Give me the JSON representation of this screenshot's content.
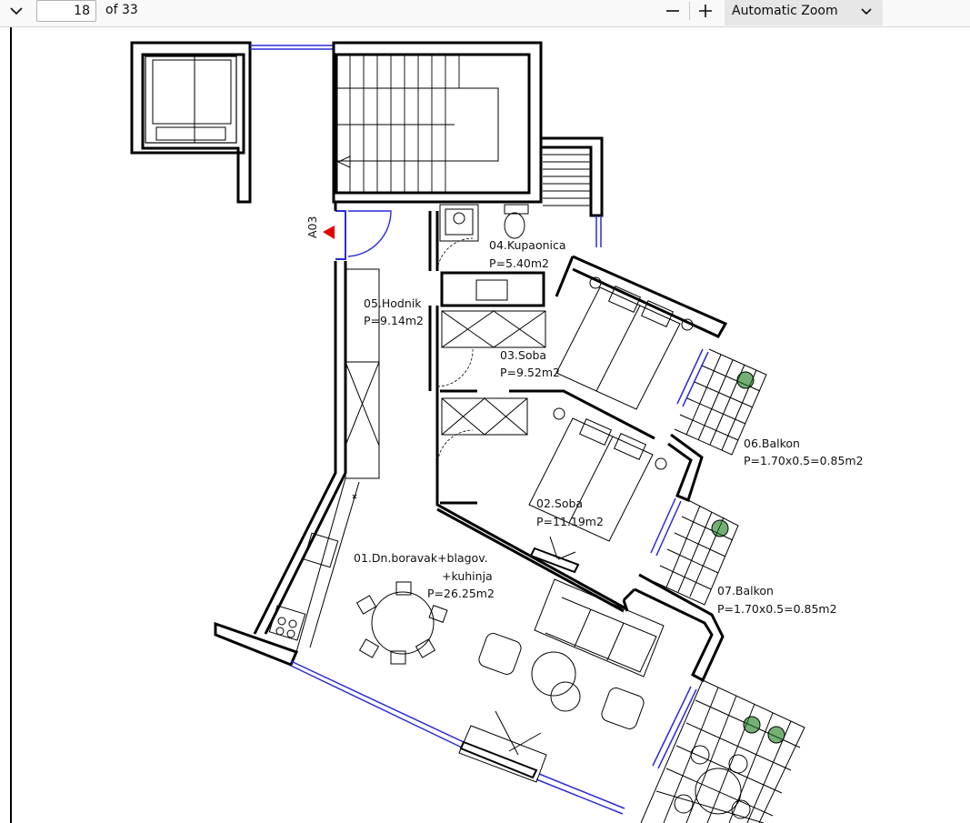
{
  "toolbar": {
    "sidebar_toggle_icon": "chevron-down-icon",
    "page_number": "18",
    "page_count": "of 33",
    "zoom_out_icon": "minus-icon",
    "zoom_in_icon": "plus-icon",
    "zoom_value": "Automatic Zoom"
  },
  "plan": {
    "unit_tag": "A03",
    "rooms": [
      {
        "name": "04.Kupaonica",
        "area": "P=5.40m2"
      },
      {
        "name": "05.Hodnik",
        "area": "P=9.14m2"
      },
      {
        "name": "03.Soba",
        "area": "P=9.52m2"
      },
      {
        "name": "02.Soba",
        "area": "P=11.19m2"
      },
      {
        "name": "06.Balkon",
        "area": "P=1.70x0.5=0.85m2"
      },
      {
        "name": "07.Balkon",
        "area": "P=1.70x0.5=0.85m2"
      },
      {
        "name": "01.Dn.boravak+blagov.",
        "name2": "+kuhinja",
        "area": "P=26.25m2"
      }
    ],
    "colors": {
      "wall": "#000000",
      "window": "#2b2bd6",
      "marker": "#e00000",
      "plant": "#1a7a1a"
    }
  }
}
